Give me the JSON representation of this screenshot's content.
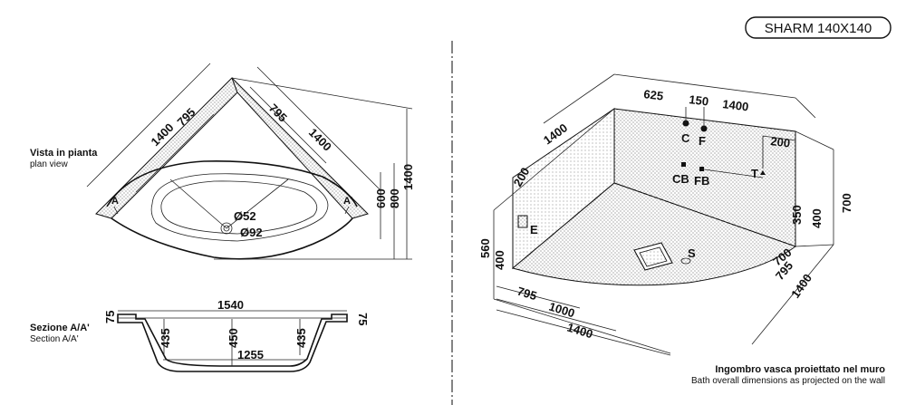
{
  "title_badge": "SHARM 140X140",
  "plan": {
    "title": "Vista in pianta",
    "subtitle": "plan view",
    "dims": {
      "d1400_left": "1400",
      "d795_left": "795",
      "d795_right": "795",
      "d1400_right": "1400",
      "d600": "600",
      "d800": "800",
      "d1400_v": "1400",
      "d52": "Ø52",
      "d92": "Ø92"
    },
    "marker_a": "A",
    "marker_a2": "A'"
  },
  "section": {
    "title": "Sezione A/A'",
    "subtitle": "Section A/A'",
    "dims": {
      "d1540": "1540",
      "d75_left": "75",
      "d75_right": "75",
      "d435_left": "435",
      "d450": "450",
      "d435_right": "435",
      "d1255": "1255"
    }
  },
  "iso": {
    "dims": {
      "d625": "625",
      "d150": "150",
      "d1400_top": "1400",
      "d1400_left": "1400",
      "d200_left": "200",
      "d200_right": "200",
      "d700_right": "700",
      "d400_right": "400",
      "d350": "350",
      "d560": "560",
      "d400_left": "400",
      "d795_bottom": "795",
      "d1000": "1000",
      "d1400_bottom": "1400",
      "d700_br": "700",
      "d795_br": "795",
      "d1400_br": "1400"
    },
    "points": {
      "c": "C",
      "f": "F",
      "cb": "CB",
      "fb": "FB",
      "t": "T",
      "e": "E",
      "s": "S"
    },
    "caption_title": "Ingombro vasca proiettato nel muro",
    "caption_subtitle": "Bath overall dimensions as projected on the wall"
  }
}
